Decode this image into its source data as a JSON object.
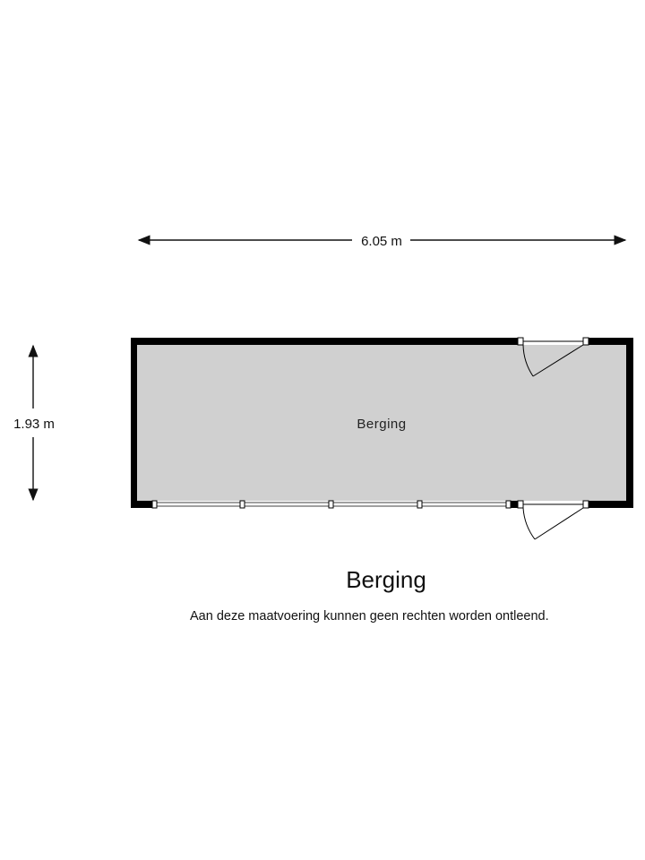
{
  "dimensions": {
    "width_label": "6.05 m",
    "height_label": "1.93 m"
  },
  "room": {
    "label": "Berging",
    "fill": "#d0d0d0",
    "wall": "#000000"
  },
  "floor": {
    "title": "Berging",
    "disclaimer": "Aan deze maatvoering kunnen geen rechten worden ontleend."
  }
}
